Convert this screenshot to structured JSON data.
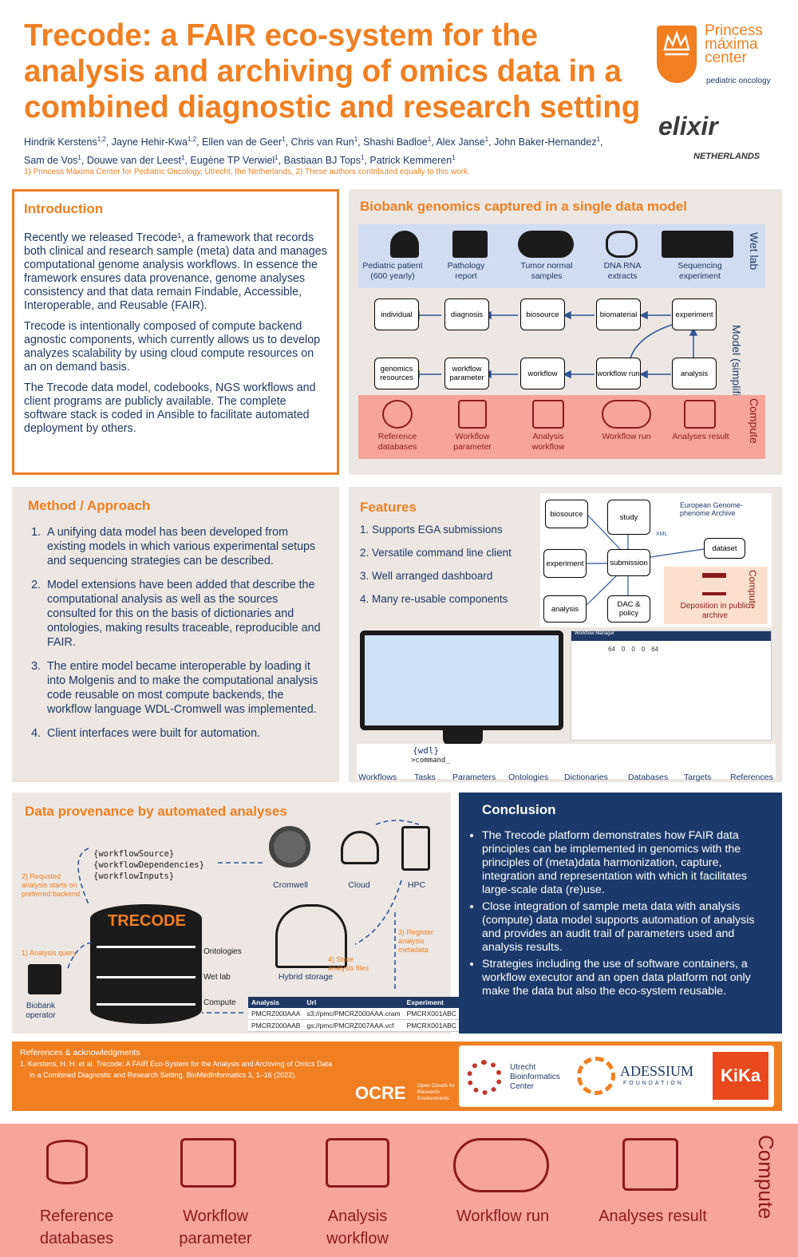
{
  "title": "Trecode: a FAIR eco-system for the analysis and archiving of omics data in a combined diagnostic and research setting",
  "authors": {
    "line1": [
      {
        "n": "Hindrik Kerstens",
        "s": "1,2"
      },
      {
        "n": "Jayne Hehir-Kwa",
        "s": "1,2"
      },
      {
        "n": "Ellen van de Geer",
        "s": "1"
      },
      {
        "n": "Chris van Run",
        "s": "1"
      },
      {
        "n": "Shashi Badloe",
        "s": "1"
      },
      {
        "n": "Alex Janse",
        "s": "1"
      },
      {
        "n": "John Baker-Hernandez",
        "s": "1"
      }
    ],
    "line2": [
      {
        "n": "Sam de Vos",
        "s": "1"
      },
      {
        "n": "Douwe van der Leest",
        "s": "1"
      },
      {
        "n": "Eugène TP Verwiel",
        "s": "1"
      },
      {
        "n": "Bastiaan BJ Tops",
        "s": "1"
      },
      {
        "n": "Patrick Kemmeren",
        "s": "1"
      }
    ]
  },
  "affiliations": "1)  Princess Máxima Center for Pediatric Oncology, Utrecht, the Netherlands,  2) These authors contributed equally to this work.",
  "logos": {
    "pmc_line1": "Princess",
    "pmc_line2": "máxima",
    "pmc_line3": "center",
    "pmc_sub": "pediatric oncology",
    "elixir": "elixir",
    "elixir_sub": "NETHERLANDS"
  },
  "intro": {
    "heading": "Introduction",
    "p1": "Recently we released Trecode¹, a framework that records both clinical and research sample (meta) data and manages computational genome analysis workflows. In essence the framework ensures data provenance, genome analyses consistency and that data remain Findable, Accessible, Interoperable, and Reusable (FAIR).",
    "p2": "Trecode is intentionally composed of compute backend agnostic components, which currently allows us to develop analyzes scalability by using cloud compute resources on an on demand basis.",
    "p3": "The Trecode data model, codebooks, NGS workflows and client programs are publicly available. The complete software stack is coded in Ansible to facilitate automated deployment by others."
  },
  "bio": {
    "heading": "Biobank genomics captured in a single data model",
    "wet": [
      "Pediatric patient (600 yearly)",
      "Pathology report",
      "Tumor normal samples",
      "DNA RNA extracts",
      "Sequencing experiment"
    ],
    "wet_label": "Wet lab",
    "model_label": "Model (simplified)",
    "compute_label": "Compute",
    "model_top": [
      "individual",
      "diagnosis",
      "biosource",
      "biomaterial",
      "experiment"
    ],
    "model_bottom": [
      "genomics resources",
      "workflow parameter",
      "workflow",
      "workflow run",
      "analysis"
    ],
    "compute": [
      "Reference databases",
      "Workflow parameter",
      "Analysis workflow",
      "Workflow run",
      "Analyses result"
    ]
  },
  "method": {
    "heading": "Method / Approach",
    "items": [
      "A unifying data model has been developed from existing models in which various experimental setups and sequencing strategies can be described.",
      "Model extensions have been added that describe the computational analysis as well as the sources consulted for this on the basis of dictionaries and ontologies, making results traceable, reproducible and FAIR.",
      "The entire model became interoperable by loading it into Molgenis and to make the computational analysis code reusable on most compute backends, the workflow language WDL-Cromwell was implemented.",
      "Client interfaces were built for automation."
    ]
  },
  "features": {
    "heading": "Features",
    "items": [
      "1.  Supports EGA submissions",
      "2.  Versatile command line client",
      "3.  Well arranged dashboard",
      "4.  Many re-usable components"
    ],
    "ega_boxes": [
      "biosource",
      "study",
      "experiment",
      "submission",
      "dataset",
      "analysis",
      "DAC & policy"
    ],
    "ega_name": "European Genome-phenome Archive",
    "ega_arrow": "XML",
    "deposit": "Deposition in public archive",
    "compute_label": "Compute",
    "dashboard_title": "Workflow Manager",
    "stats": [
      "64",
      "0",
      "0",
      "0",
      "64"
    ],
    "components": [
      "Workflows",
      "Tasks",
      "Parameters",
      "Ontologies",
      "Dictionaries",
      "Databases",
      "Targets",
      "References"
    ],
    "wdl": "{wdl}",
    "cmd": ">command_"
  },
  "dp": {
    "heading": "Data provenance by automated analyses",
    "code": [
      "{workflowSource}",
      "{workflowDependencies}",
      "{workflowInputs}"
    ],
    "step2": "2)  Requsted analysis starts on preferred backend",
    "step1": "1)  Analysis query",
    "operator": "Biobank operator",
    "trecode": "TRECODE",
    "layers": [
      "Ontologies",
      "Wet lab",
      "Compute"
    ],
    "backends": [
      "Cromwell",
      "Cloud",
      "HPC"
    ],
    "hybrid": "Hybrid storage",
    "step3": "3)  Register analysis metadata",
    "step4": "4)  Store analysis files",
    "table_head": [
      "Analysis",
      "Url",
      "Experiment"
    ],
    "table_rows": [
      [
        "PMCRZ000AAA",
        "s3://pmc/PMCRZ000AAA.cram",
        "PMCRX001ABC"
      ],
      [
        "PMCRZ000AAB",
        "gs://pmc/PMCRZ007AAA.vcf",
        "PMCRX001ABC"
      ]
    ]
  },
  "conclusion": {
    "heading": "Conclusion",
    "items": [
      "The Trecode platform demonstrates how FAIR data principles can be implemented in genomics with the principles of (meta)data harmonization, capture, integration and representation with which it facilitates large-scale data (re)use.",
      "Close integration of sample meta data with analysis (compute) data model supports automation of analysis and provides an audit trail of parameters used and analysis results.",
      "Strategies including the use of software containers, a workflow executor and an open data platform not only make the data but also the eco-system reusable."
    ]
  },
  "refs": {
    "heading": "References & acknowledgments",
    "ref1": "1.    Kerstens, H. H. et al. Trecode: A FAIR Eco-System for the Analysis and Archiving of Omics Data",
    "ref2": "in a Combined Diagnostic and Research Setting. BioMedInformatics 3, 1–16 (2022).",
    "ocre": "OCRE",
    "ocre_sub": "Open Clouds for Research Environments",
    "ubc": "Utrecht Bioinformatics Center",
    "adessium": "ADESSIUM",
    "adessium_sub": "FOUNDATION",
    "kika": "KiKa"
  },
  "footer": {
    "items": [
      "Reference databases",
      "Workflow parameter",
      "Analysis workflow",
      "Workflow run",
      "Analyses result"
    ],
    "label": "Compute"
  },
  "colors": {
    "orange": "#f07f22",
    "navy": "#1f3864",
    "salmon": "#f7a49b",
    "dark_red": "#8b1a1a",
    "beige": "#ece7e2"
  }
}
